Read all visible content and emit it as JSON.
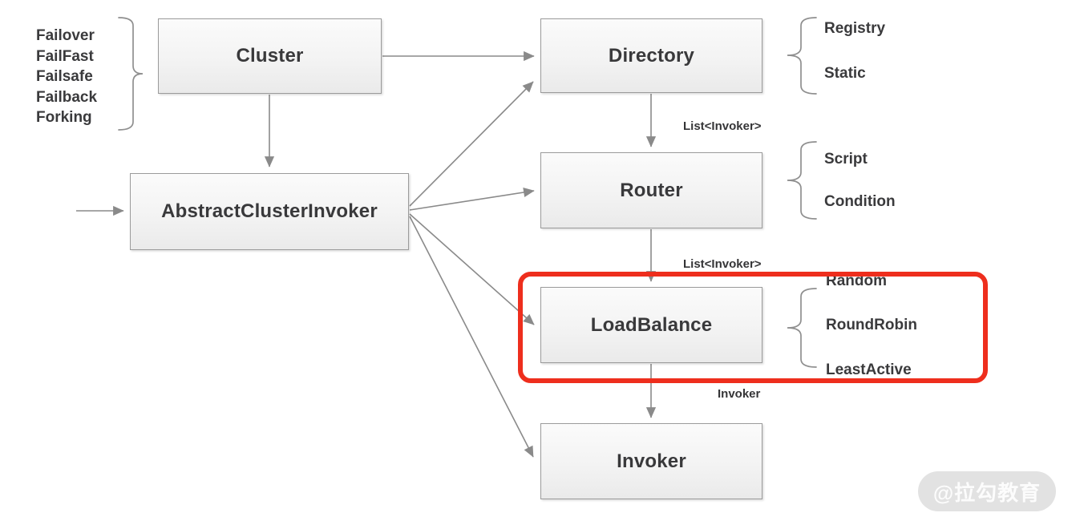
{
  "boxes": {
    "cluster": "Cluster",
    "abstract_cluster_invoker": "AbstractClusterInvoker",
    "directory": "Directory",
    "router": "Router",
    "loadbalance": "LoadBalance",
    "invoker": "Invoker"
  },
  "cluster_impls": [
    "Failover",
    "FailFast",
    "Failsafe",
    "Failback",
    "Forking"
  ],
  "directory_impls": [
    "Registry",
    "Static"
  ],
  "router_impls": [
    "Script",
    "Condition"
  ],
  "loadbalance_impls": [
    "Random",
    "RoundRobin",
    "LeastActive"
  ],
  "edge_labels": {
    "directory_to_router": "List<Invoker>",
    "router_to_loadbalance": "List<Invoker>",
    "loadbalance_to_invoker": "Invoker"
  },
  "watermark": "@拉勾教育",
  "colors": {
    "highlight_red": "#ee2e1d",
    "box_border": "#9b9b9b",
    "line_gray": "#8a8a8a",
    "text_dark": "#39393b",
    "watermark_bg": "#e2e2e2",
    "watermark_text": "#fcfcfc"
  }
}
